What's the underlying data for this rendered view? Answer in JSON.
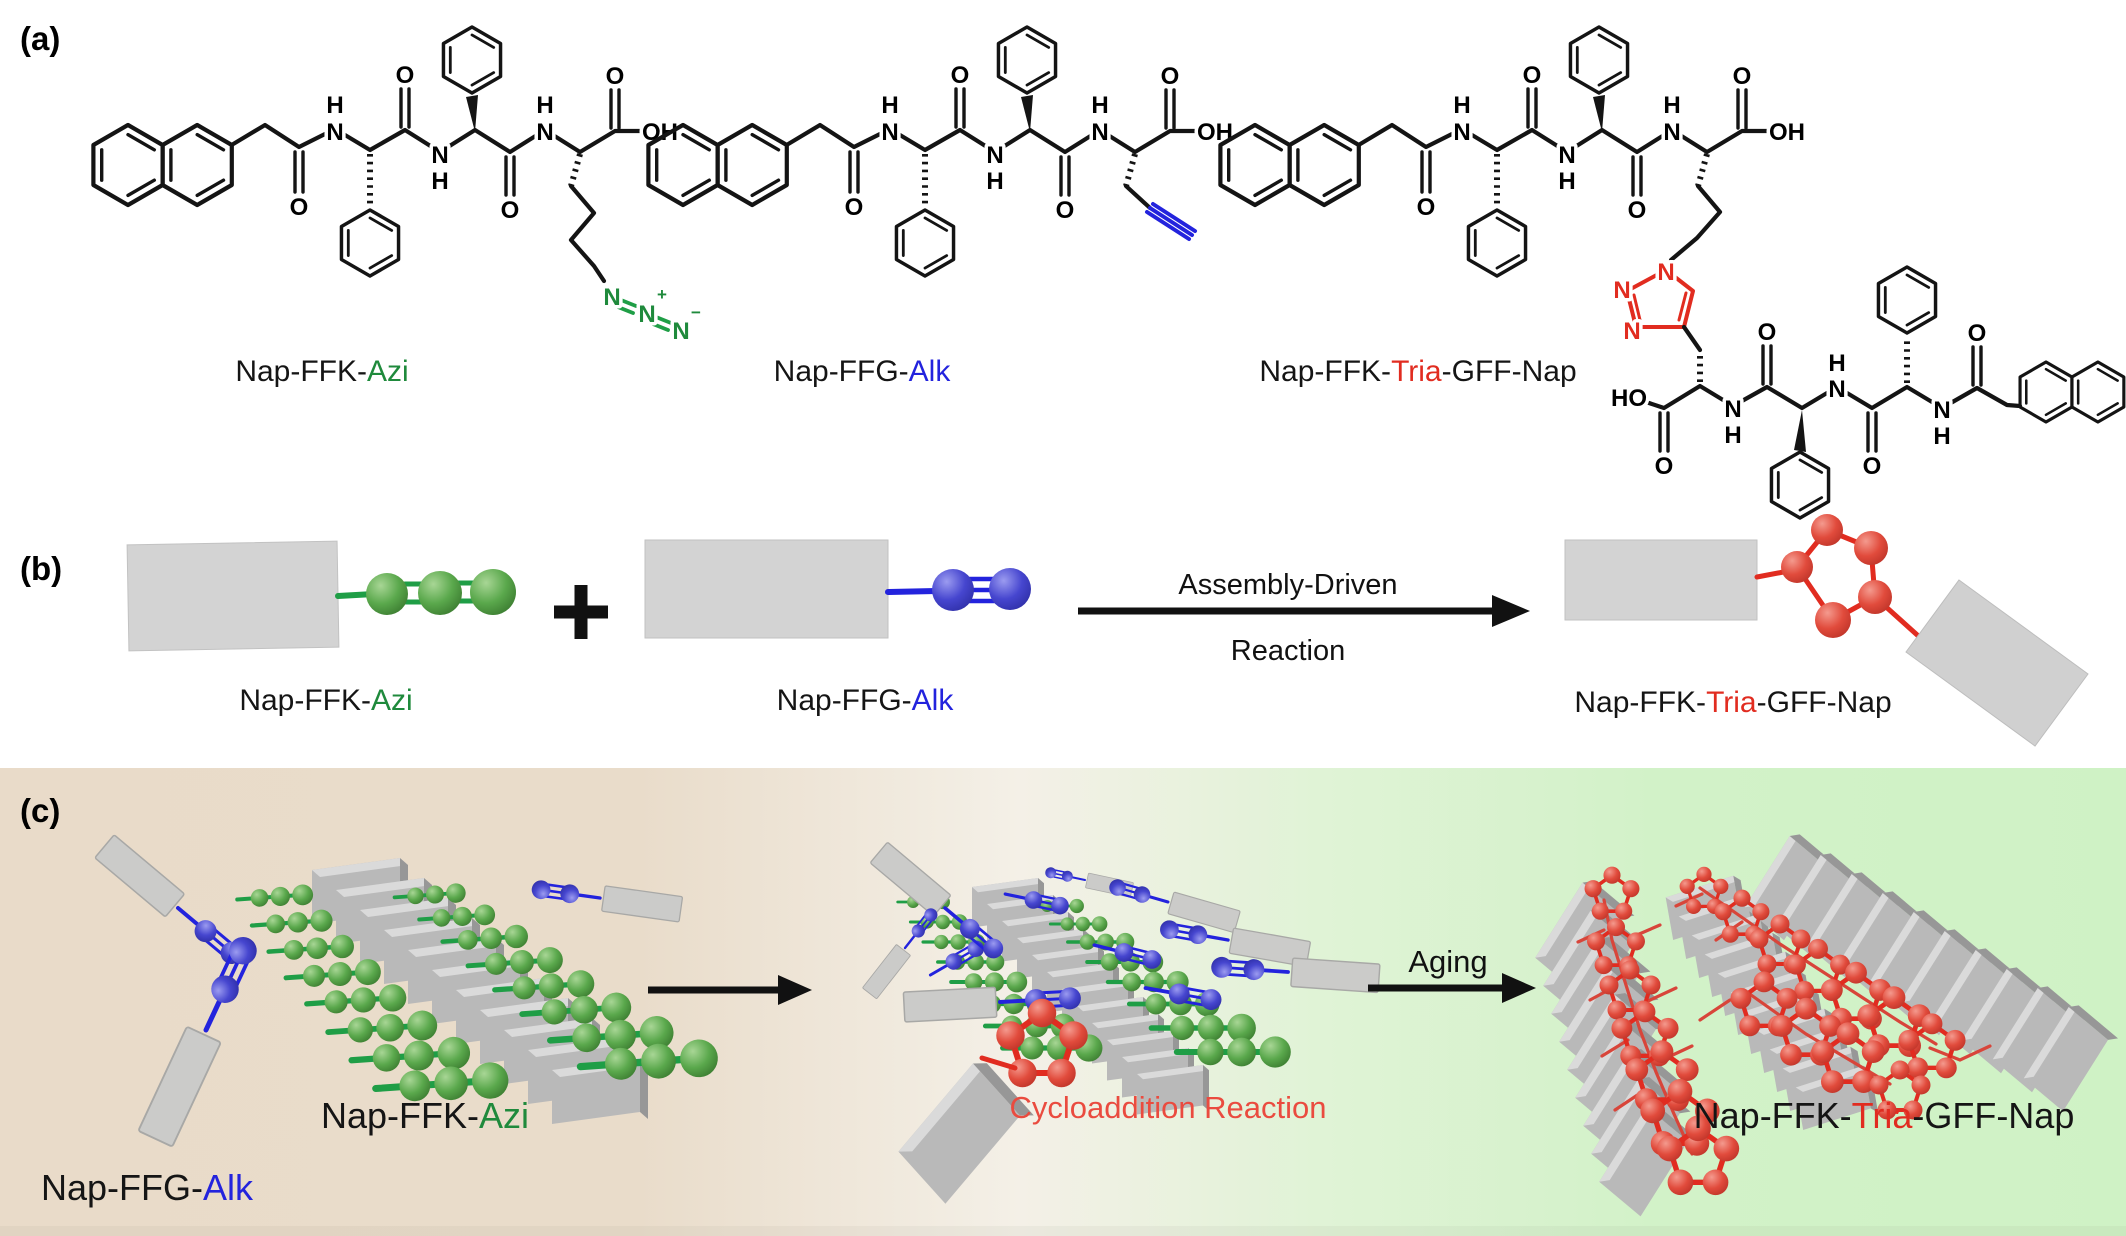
{
  "figure": {
    "panel_labels": {
      "a": "(a)",
      "b": "(b)",
      "c": "(c)"
    },
    "molecule_labels": {
      "azi": {
        "black": "Nap-FFK-",
        "colored": "Azi"
      },
      "alk": {
        "black": "Nap-FFG-",
        "colored": "Alk"
      },
      "tria": {
        "pre": "Nap-FFK-",
        "mid": "Tria",
        "post": "-GFF-Nap"
      }
    },
    "panel_b": {
      "plus_sign": "+",
      "arrow_label_top": "Assembly-Driven",
      "arrow_label_bottom": "Reaction"
    },
    "panel_c": {
      "arrow_label": "Aging",
      "reaction_label": "Cycloaddition Reaction"
    },
    "atoms": {
      "N": "N",
      "H": "H",
      "O": "O",
      "OH": "OH",
      "HO": "HO",
      "plus": "+",
      "minus": "−"
    },
    "colors": {
      "azide_green": "#1f8a3c",
      "alkyne_blue": "#2323dd",
      "triazole_red": "#e12c20",
      "reaction_text_red": "#ea4b3f",
      "sphere_green": "#57a649",
      "sphere_blue": "#4343cd",
      "sphere_red": "#e04b3d",
      "slab_gray": "#b9b9b9",
      "bg_tan": "#e9dbc9",
      "bg_green": "#cff2c5"
    }
  }
}
